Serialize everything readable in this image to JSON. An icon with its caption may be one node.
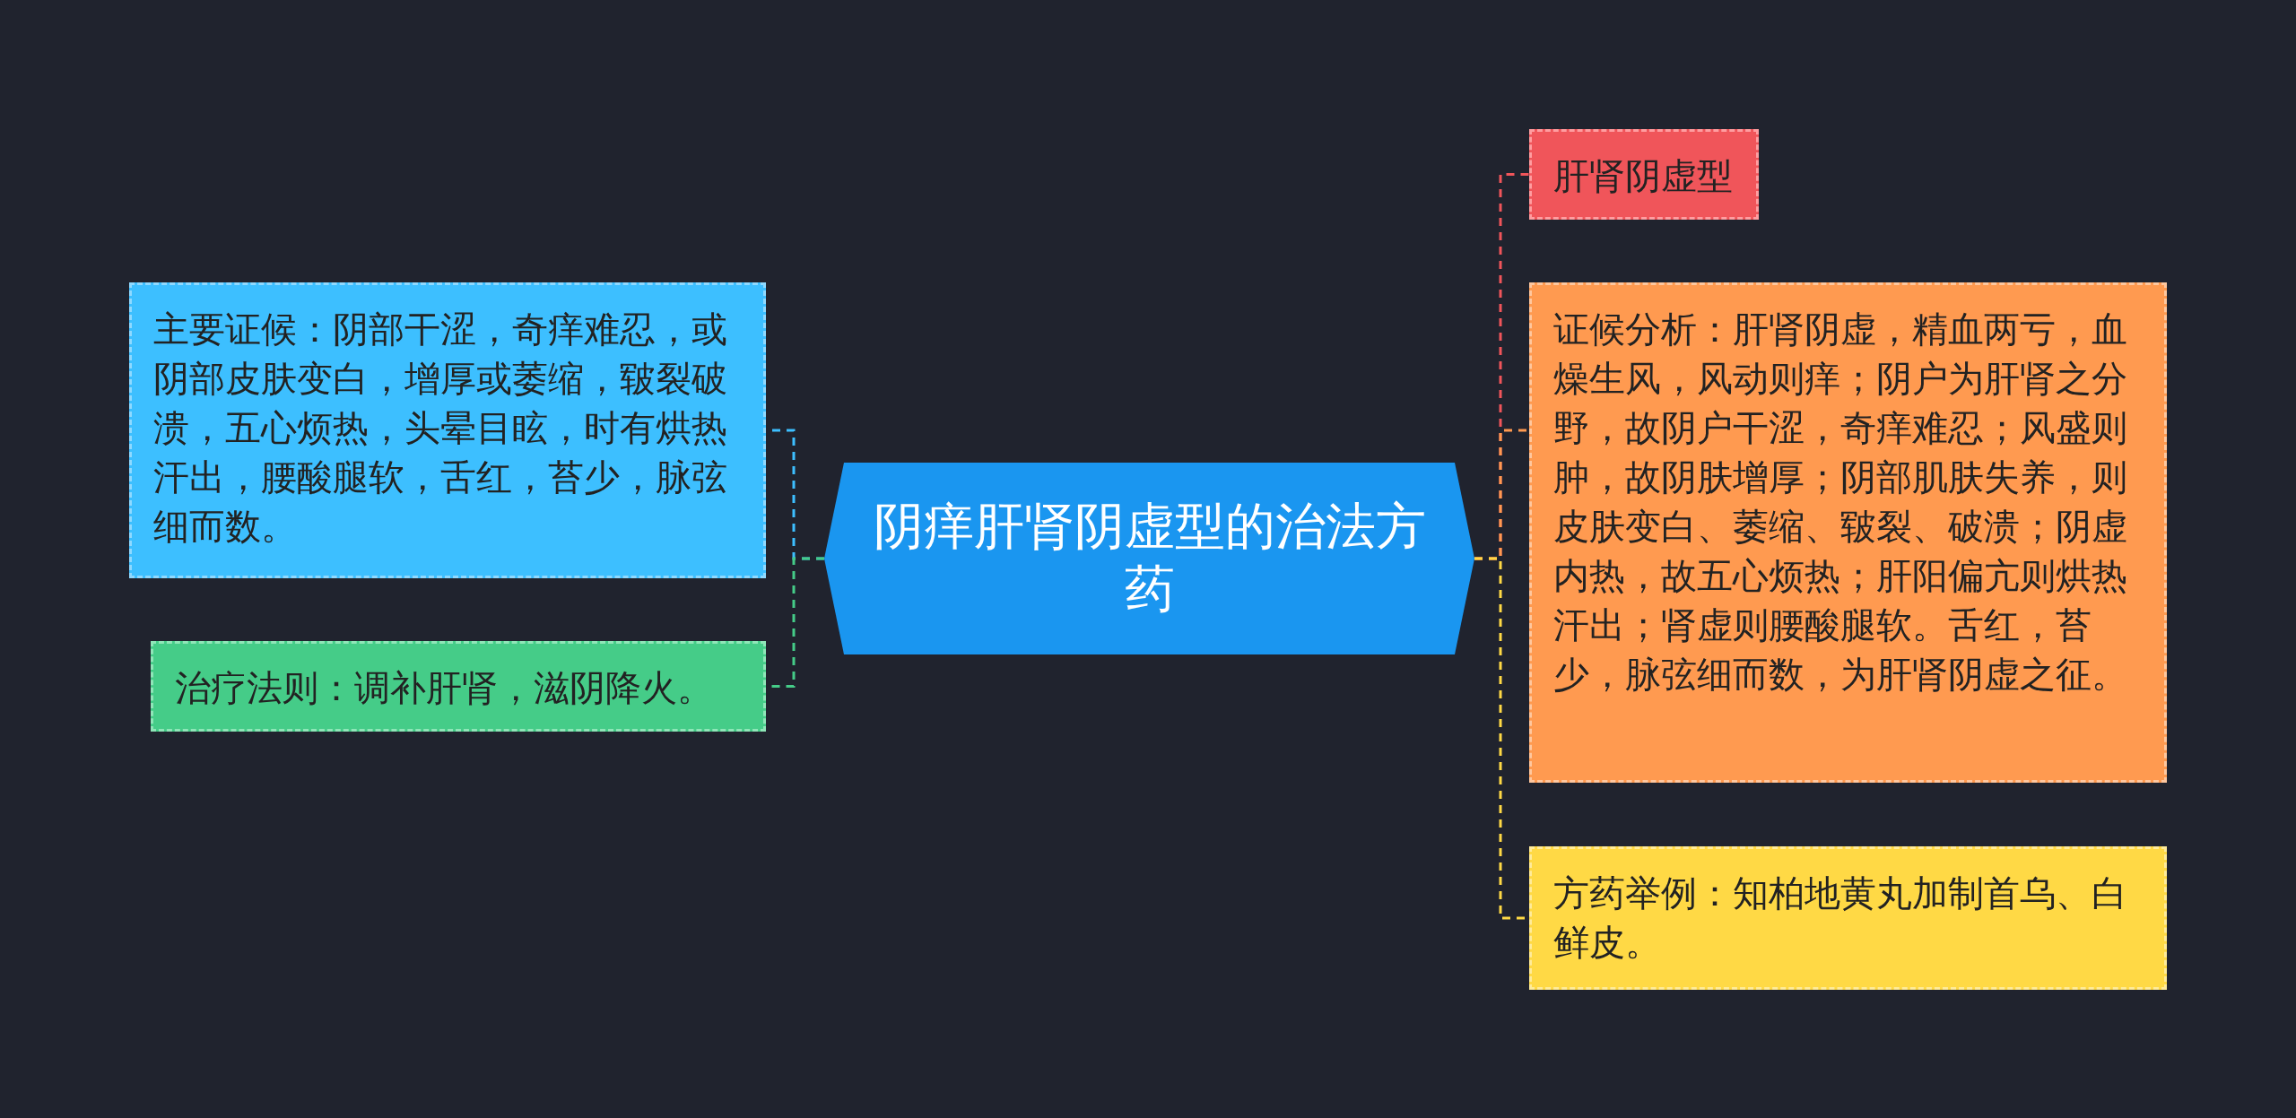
{
  "diagram": {
    "nodes": [
      {
        "text": [
          "阴痒肝肾阴虚型的治法方药"
        ]
      },
      {
        "text": [
          "主要证候：阴部干涩，奇痒难忍，或阴部皮肤变白，增厚或萎缩，皲裂破溃，五心烦热，头晕目眩，时有烘热汗出，腰酸腿软，舌红，苔少，脉弦细而数。"
        ]
      },
      {
        "text": [
          "治疗法则：调补肝肾，滋阴降火。"
        ]
      },
      {
        "text": [
          "肝肾阴虚型"
        ]
      },
      {
        "text": [
          "证候分析：肝肾阴虚，精血两亏，血燥生风，风动则痒；阴户为肝肾之分野，故阴户干涩，奇痒难忍；风盛则肿，故阴肤增厚；阴部肌肤失养，则皮肤变白、萎缩、皲裂、破溃；阴虚内热，故五心烦热；肝阳偏亢则烘热汗出；肾虚则腰酸腿软。舌红，苔少，脉弦细而数，为肝肾阴虚之征。"
        ]
      },
      {
        "text": [
          "方药举例：知柏地黄丸加制首乌、白鲜皮。"
        ]
      }
    ],
    "edges": [
      {
        "from": 0,
        "to": 1,
        "arrow": "none",
        "style": "dashed",
        "color": "#3dbfff"
      },
      {
        "from": 0,
        "to": 2,
        "arrow": "none",
        "style": "dashed",
        "color": "#45cc88"
      },
      {
        "from": 0,
        "to": 3,
        "arrow": "none",
        "style": "dashed",
        "color": "#f0555a"
      },
      {
        "from": 0,
        "to": 4,
        "arrow": "none",
        "style": "dashed",
        "color": "#ff9a50"
      },
      {
        "from": 0,
        "to": 5,
        "arrow": "none",
        "style": "dashed",
        "color": "#ffd945"
      }
    ]
  }
}
